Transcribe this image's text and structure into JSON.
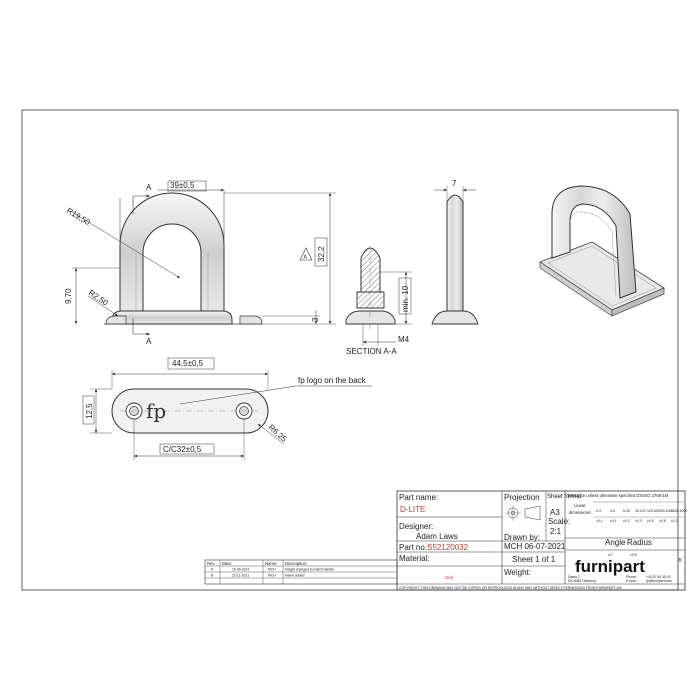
{
  "views": {
    "front": {
      "width_dim": "39±0,5",
      "section_letter_top": "A",
      "section_letter_bottom": "A",
      "outer_radius": "R19,50",
      "height_dim": "32,2",
      "side_height": "9,70",
      "small_radius": "R2,50",
      "base_thickness": "3"
    },
    "section": {
      "title": "SECTION A-A",
      "min_length": "min. 10",
      "thread": "M4"
    },
    "side": {
      "width_dim": "7"
    },
    "plan": {
      "length_dim": "44,5±0,5",
      "width_dim": "12,5",
      "end_radius": "R6,25",
      "center_dim": "C/C32±0,5",
      "logo_text": "fp",
      "logo_note": "fp logo on the back"
    }
  },
  "title_block": {
    "part_name_label": "Part name:",
    "part_name_value": "D-LITE",
    "designer_label": "Designer:",
    "designer_value": "Adam Laws",
    "part_no_label": "Part no.:",
    "part_no_value": "552120032",
    "material_label": "Material:",
    "material_value": "Zink",
    "projection_label": "Projection",
    "sheet_format_label": "Sheet format:",
    "sheet_format_value": "A3",
    "scale_label": "Scale:",
    "scale_value": "2:1",
    "drawn_by_label": "Drawn by:",
    "drawn_by_value": "MCH 06-07-2021",
    "sheet_label": "Sheet 1 of 1",
    "weight_label": "Weight:",
    "tolerance_note": "Tolerance unless otherwise specified DS/ISO 2768-1M",
    "linear_label": "Linear",
    "dimensions_label": "dimensions:",
    "tol_ranges": [
      "0-3",
      "3-6",
      "6-30",
      "30-120",
      "120-400",
      "400-1000",
      "1000-2000"
    ],
    "tol_values": [
      "±0,1",
      "±0,1",
      "±0,2",
      "±0,3",
      "±0,5",
      "±0,8",
      "±1,2"
    ],
    "angle_label": "Angle",
    "radius_label": "Radius",
    "angle_value": "±1°",
    "radius_value": "±0,5",
    "company": "furnipart",
    "address_line1": "Dalea 2",
    "address_line2": "DK-8382 Hinnerup",
    "phone_label": "Phone:",
    "phone_value": "+45 87 64 35 00",
    "email_label": "E-mail:",
    "email_value": "fp@furnipart.com",
    "copyright": "COPYRIGHT: THIS DRAWING MAY NOT BE COPIED OR REPRODUCED IN ANY WAY WITHOUT DIRECT PERMISSION FROM FURNIPART A/S"
  },
  "revisions": {
    "headers": [
      "Rev.",
      "Date:",
      "Name:",
      "Description:"
    ],
    "rows": [
      [
        "A",
        "15-09-2021",
        "MCH",
        "Height changed to match handle"
      ],
      [
        "B",
        "22-11-2021",
        "MCH",
        "Name added"
      ]
    ]
  }
}
